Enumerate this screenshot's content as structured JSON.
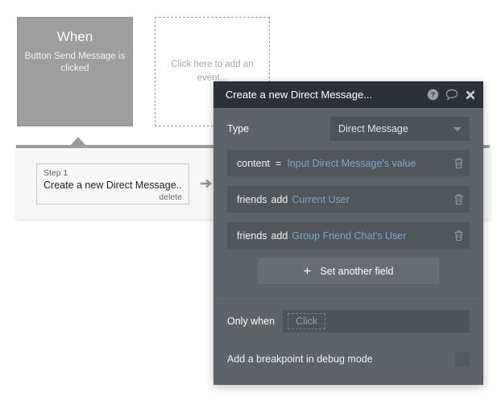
{
  "canvas": {
    "when_block": {
      "title": "When",
      "subtitle": "Button Send Message is clicked"
    },
    "add_event_box": {
      "text": "Click here to add an event..."
    },
    "step_card": {
      "step_number": "Step 1",
      "title": "Create a new Direct Message...",
      "delete_label": "delete"
    }
  },
  "dialog": {
    "title": "Create a new Direct Message...",
    "icons": {
      "help": "help-circle-icon",
      "comment": "speech-bubble-icon",
      "close": "close-x-icon"
    },
    "type_row": {
      "label": "Type",
      "value": "Direct Message"
    },
    "fields": [
      {
        "name": "content",
        "op": "=",
        "value": "Input Direct Message's value"
      },
      {
        "name": "friends",
        "op": "add",
        "value": "Current User"
      },
      {
        "name": "friends",
        "op": "add",
        "value": "Group Friend Chat's User"
      }
    ],
    "set_another_field_label": "Set another field",
    "only_when": {
      "label": "Only when",
      "placeholder": "Click"
    },
    "breakpoint": {
      "label": "Add a breakpoint in debug mode",
      "checked": false
    }
  },
  "colors": {
    "dialog_header": "#2b3137",
    "dialog_body": "#5d6368",
    "field_row": "#50565b",
    "value_link": "#7aa7d1",
    "when_block": "#9e9e9e"
  }
}
